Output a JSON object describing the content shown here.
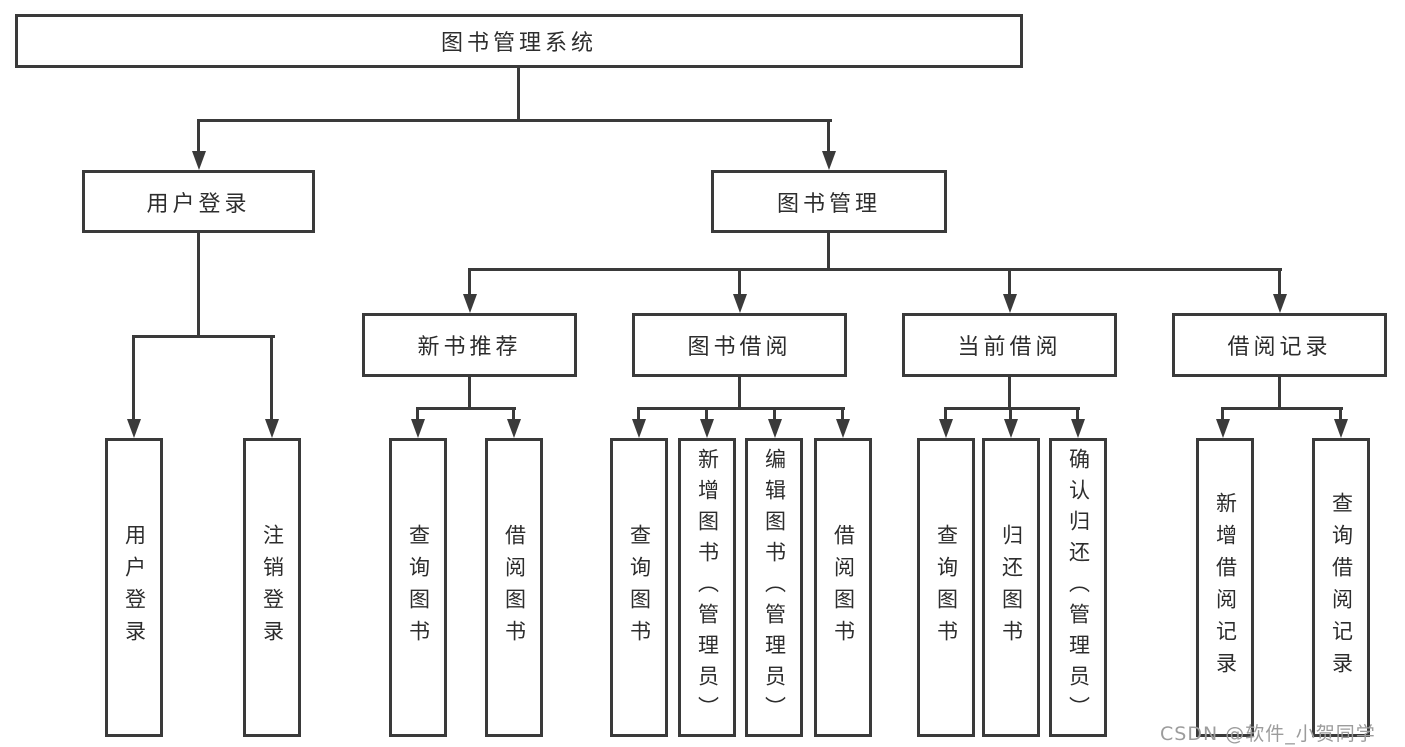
{
  "tree": {
    "root": {
      "label": "图书管理系统"
    },
    "branches": [
      {
        "label": "用户登录",
        "children": [
          {
            "label": "用户登录"
          },
          {
            "label": "注销登录"
          }
        ]
      },
      {
        "label": "图书管理",
        "children": [
          {
            "label": "新书推荐",
            "children": [
              {
                "label": "查询图书"
              },
              {
                "label": "借阅图书"
              }
            ]
          },
          {
            "label": "图书借阅",
            "children": [
              {
                "label": "查询图书"
              },
              {
                "label": "新增图书（管理员）"
              },
              {
                "label": "编辑图书（管理员）"
              },
              {
                "label": "借阅图书"
              }
            ]
          },
          {
            "label": "当前借阅",
            "children": [
              {
                "label": "查询图书"
              },
              {
                "label": "归还图书"
              },
              {
                "label": "确认归还（管理员）"
              }
            ]
          },
          {
            "label": "借阅记录",
            "children": [
              {
                "label": "新增借阅记录"
              },
              {
                "label": "查询借阅记录"
              }
            ]
          }
        ]
      }
    ]
  },
  "watermark": {
    "text": "CSDN @软件_小贺同学"
  },
  "colors": {
    "line": "#3a3a3a",
    "text": "#2d2d2d",
    "watermark": "#9c9c9c",
    "background": "#ffffff"
  }
}
